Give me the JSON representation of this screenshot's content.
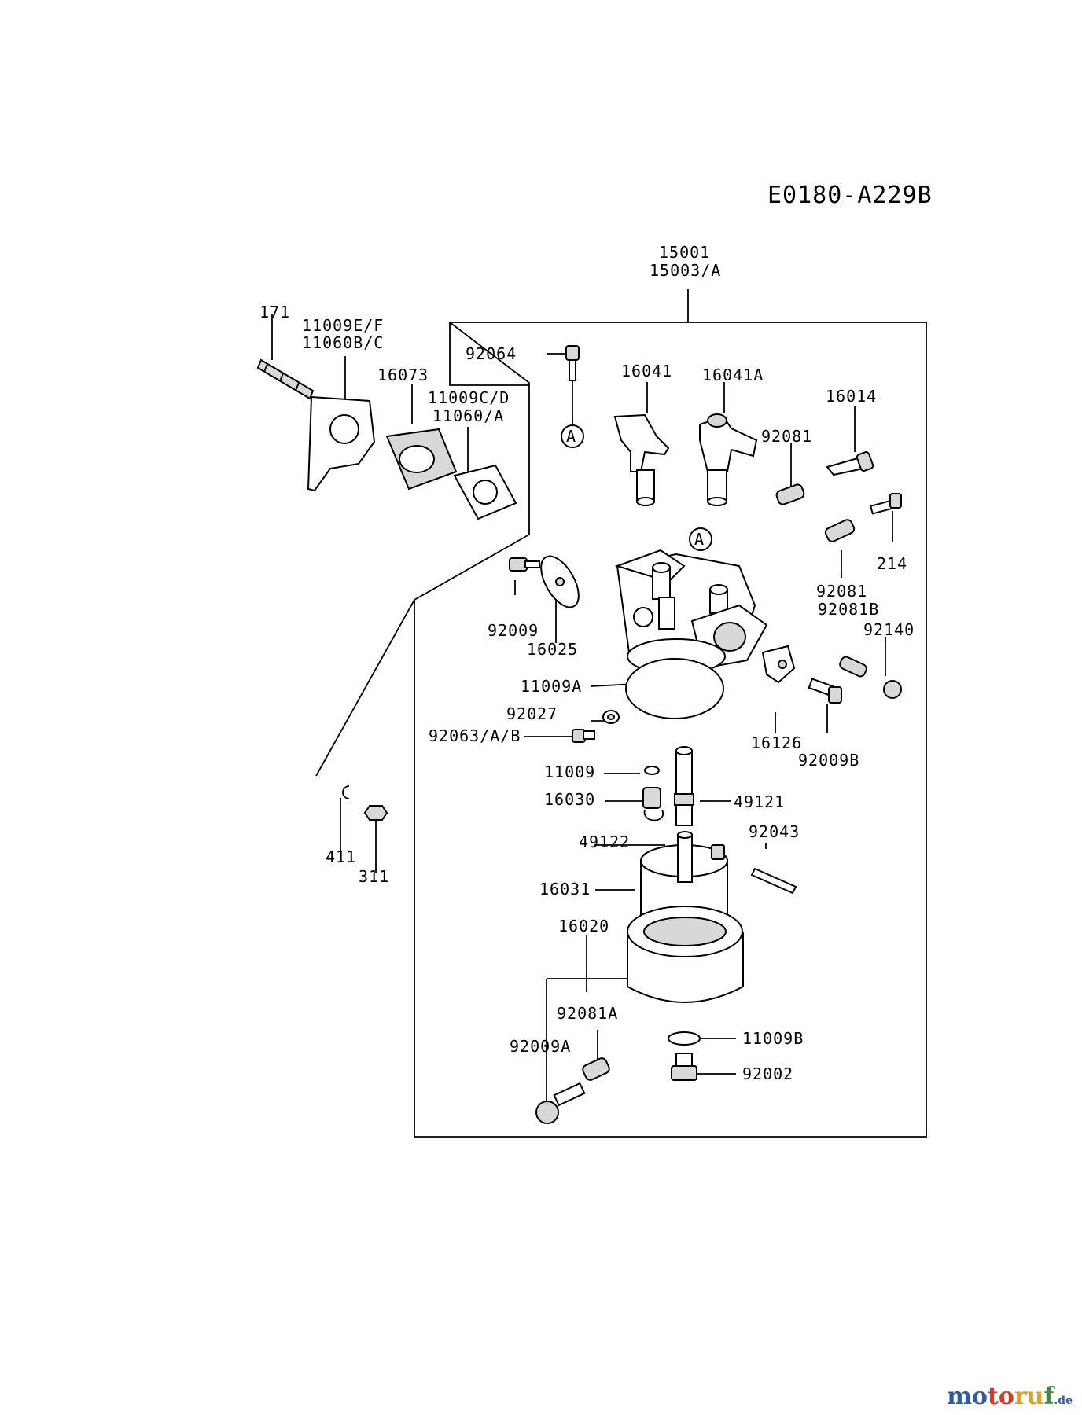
{
  "diagram_code": "E0180-A229B",
  "labels": {
    "l15001": "15001",
    "l15003A": "15003/A",
    "l171": "171",
    "l11009EF": "11009E/F",
    "l11060BC": "11060B/C",
    "l16073": "16073",
    "l11009CD": "11009C/D",
    "l11060A": "11060/A",
    "l92064": "92064",
    "l16041": "16041",
    "l16041A": "16041A",
    "l16014": "16014",
    "l92081top": "92081",
    "l214": "214",
    "l92081": "92081",
    "l92081B": "92081B",
    "l92140": "92140",
    "l92009": "92009",
    "l16025": "16025",
    "l11009A": "11009A",
    "l92027": "92027",
    "l92063AB": "92063/A/B",
    "l16126": "16126",
    "l92009B": "92009B",
    "l11009": "11009",
    "l16030": "16030",
    "l49121": "49121",
    "l92043": "92043",
    "l49122": "49122",
    "l16031": "16031",
    "l411": "411",
    "l311": "311",
    "l16020": "16020",
    "l92081A": "92081A",
    "l11009B": "11009B",
    "l92009A": "92009A",
    "l92002": "92002"
  },
  "ref_marker": "A",
  "watermark": {
    "m1": "mo",
    "m2": "to",
    "m3": "ru",
    "m4": "f",
    "tld": ".de"
  }
}
